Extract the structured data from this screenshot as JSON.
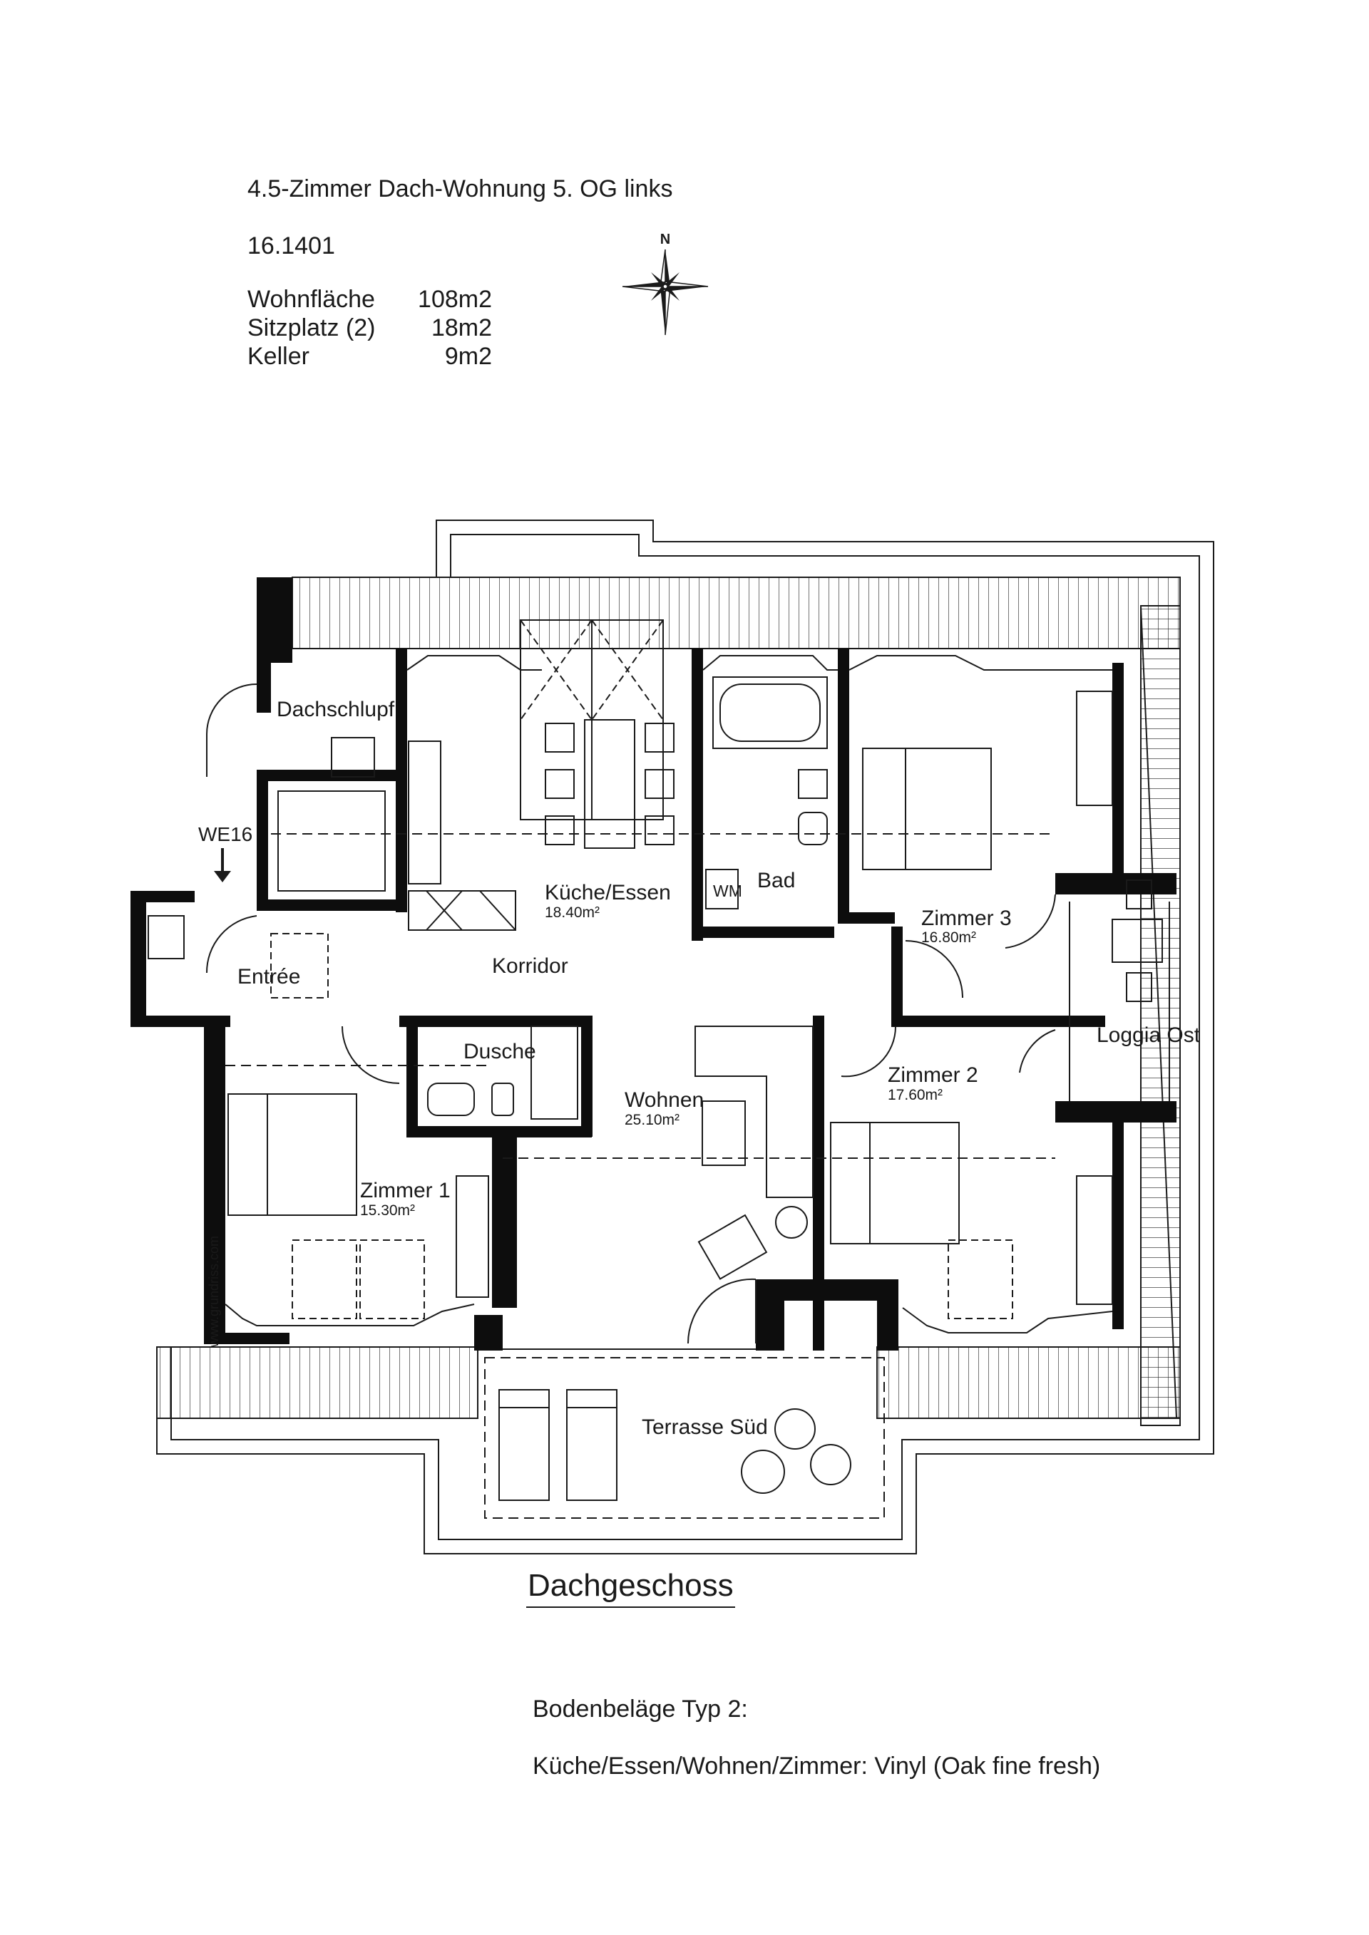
{
  "header": {
    "title": "4.5-Zimmer Dach-Wohnung 5. OG links",
    "code": "16.1401"
  },
  "areas": [
    {
      "label": "Wohnfläche",
      "value": "108m2"
    },
    {
      "label": "Sitzplatz (2)",
      "value": "18m2"
    },
    {
      "label": "Keller",
      "value": "9m2"
    }
  ],
  "compass": {
    "north": "N"
  },
  "plan": {
    "entrance_marker": "WE16",
    "watermark": "www.grundriss.com",
    "rooms": [
      {
        "id": "dachschlupf",
        "name": "Dachschlupf",
        "area": ""
      },
      {
        "id": "kueche",
        "name": "Küche/Essen",
        "area": "18.40m²"
      },
      {
        "id": "bad",
        "name": "Bad",
        "area": ""
      },
      {
        "id": "wm",
        "name": "WM",
        "area": ""
      },
      {
        "id": "zimmer3",
        "name": "Zimmer 3",
        "area": "16.80m²"
      },
      {
        "id": "entree",
        "name": "Entrée",
        "area": ""
      },
      {
        "id": "korridor",
        "name": "Korridor",
        "area": ""
      },
      {
        "id": "dusche",
        "name": "Dusche",
        "area": ""
      },
      {
        "id": "loggia",
        "name": "Loggia Ost",
        "area": ""
      },
      {
        "id": "wohnen",
        "name": "Wohnen",
        "area": "25.10m²"
      },
      {
        "id": "zimmer2",
        "name": "Zimmer 2",
        "area": "17.60m²"
      },
      {
        "id": "zimmer1",
        "name": "Zimmer 1",
        "area": "15.30m²"
      },
      {
        "id": "terrasse",
        "name": "Terrasse Süd",
        "area": ""
      }
    ]
  },
  "caption": "Dachgeschoss",
  "notes": {
    "line1": "Bodenbeläge Typ 2:",
    "line2": "Küche/Essen/Wohnen/Zimmer: Vinyl (Oak fine fresh)"
  },
  "colors": {
    "line": "#1a1a1a",
    "wall": "#0d0d0d",
    "background": "#ffffff"
  }
}
